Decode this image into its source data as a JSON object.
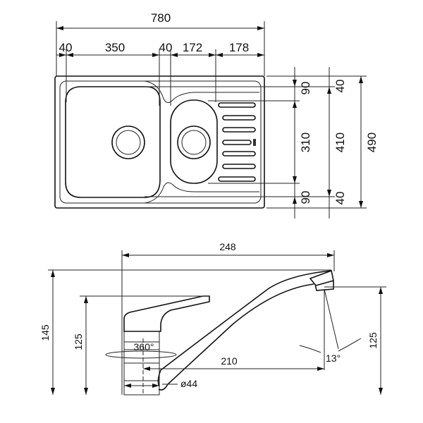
{
  "sink": {
    "width_total": "780",
    "width_parts": [
      "40",
      "350",
      "40",
      "172",
      "178"
    ],
    "depth_inner": [
      "90",
      "310",
      "90"
    ],
    "depth_mid": [
      "40",
      "410",
      "40"
    ],
    "depth_total": "490"
  },
  "faucet": {
    "reach": "248",
    "height_total": "145",
    "handle_height": "125",
    "spout_height": "125",
    "spout_reach": "210",
    "rotation": "360°",
    "base_diameter": "ø44",
    "aerator_angle": "13°"
  }
}
